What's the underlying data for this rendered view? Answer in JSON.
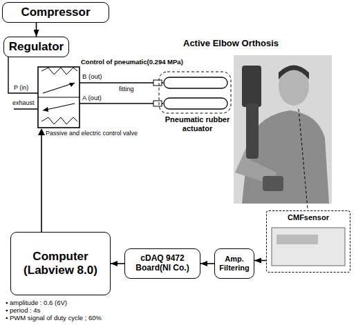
{
  "diagram": {
    "title": "Active Elbow Orthosis",
    "nodes": [
      {
        "text": [
          "Compressor"
        ]
      },
      {
        "text": [
          "Regulator"
        ]
      },
      {
        "text": [
          "Computer (Labview 8.0)"
        ]
      },
      {
        "text": [
          "cDAQ 9472 Board(NI Co.)"
        ]
      },
      {
        "text": [
          "Amp. Filtering"
        ]
      },
      {
        "text": [
          "CMFsensor"
        ]
      }
    ],
    "edges": [
      {
        "from": 0,
        "to": 1,
        "arrow": "to"
      },
      {
        "from": 5,
        "to": 4,
        "arrow": "to"
      },
      {
        "from": 4,
        "to": 3,
        "arrow": "to"
      },
      {
        "from": 3,
        "to": 2,
        "arrow": "to"
      }
    ],
    "labels": [
      "Control of pneumatic(0.294 MPa)",
      "P (in)",
      "B (out)",
      "A (out)",
      "exhaust",
      "fitting",
      "Pneumatic rubber actuator",
      "Passive and electric control valve",
      "▪ amplitude : 0.6 (6V)",
      "▪ period : 4s",
      "▪ PWM signal of duty cycle ; 60%"
    ]
  }
}
